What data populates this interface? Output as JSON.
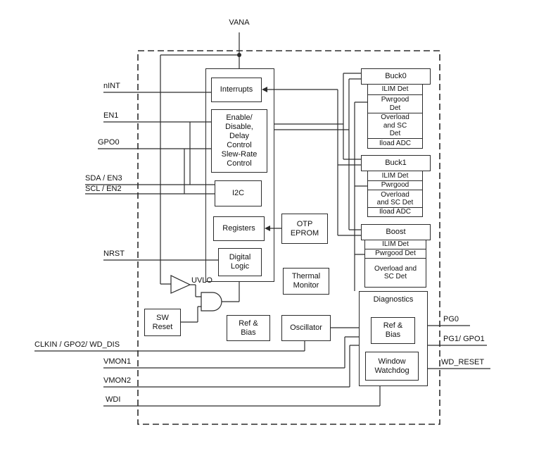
{
  "diagram": {
    "power_pin": "VANA",
    "left_pins": [
      "nINT",
      "EN1",
      "GPO0",
      "SDA / EN3",
      "SCL / EN2",
      "NRST",
      "CLKIN / GPO2/ WD_DIS",
      "VMON1",
      "VMON2",
      "WDI"
    ],
    "right_pins": [
      "PG0",
      "PG1/ GPO1",
      "WD_RESET"
    ],
    "control": {
      "interrupts": "Interrupts",
      "enable": "Enable/\nDisable,\nDelay\nControl\nSlew-Rate\nControl",
      "i2c": "I2C",
      "registers": "Registers",
      "digital_logic": "Digital\nLogic"
    },
    "support": {
      "otp": "OTP\nEPROM",
      "thermal": "Thermal\nMonitor",
      "uvlo": "UVLO",
      "sw_reset": "SW\nReset",
      "ref_bias": "Ref &\nBias",
      "oscillator": "Oscillator"
    },
    "regulators": [
      {
        "title": "Buck0",
        "rows": [
          "ILIM Det",
          "Pwrgood\nDet",
          "Overload\nand SC\nDet",
          "Iload ADC"
        ]
      },
      {
        "title": "Buck1",
        "rows": [
          "ILIM Det",
          "Pwrgood",
          "Overload\nand SC Det",
          "Iload ADC"
        ]
      },
      {
        "title": "Boost",
        "rows": [
          "ILIM Det",
          "Pwrgood Det",
          "Overload and\nSC Det"
        ]
      }
    ],
    "diagnostics": {
      "title": "Diagnostics",
      "ref_bias": "Ref &\nBias",
      "watchdog": "Window\nWatchdog"
    },
    "colors": {
      "line": "#2b2b2b",
      "background": "#ffffff",
      "box_fill": "#ffffff"
    }
  }
}
